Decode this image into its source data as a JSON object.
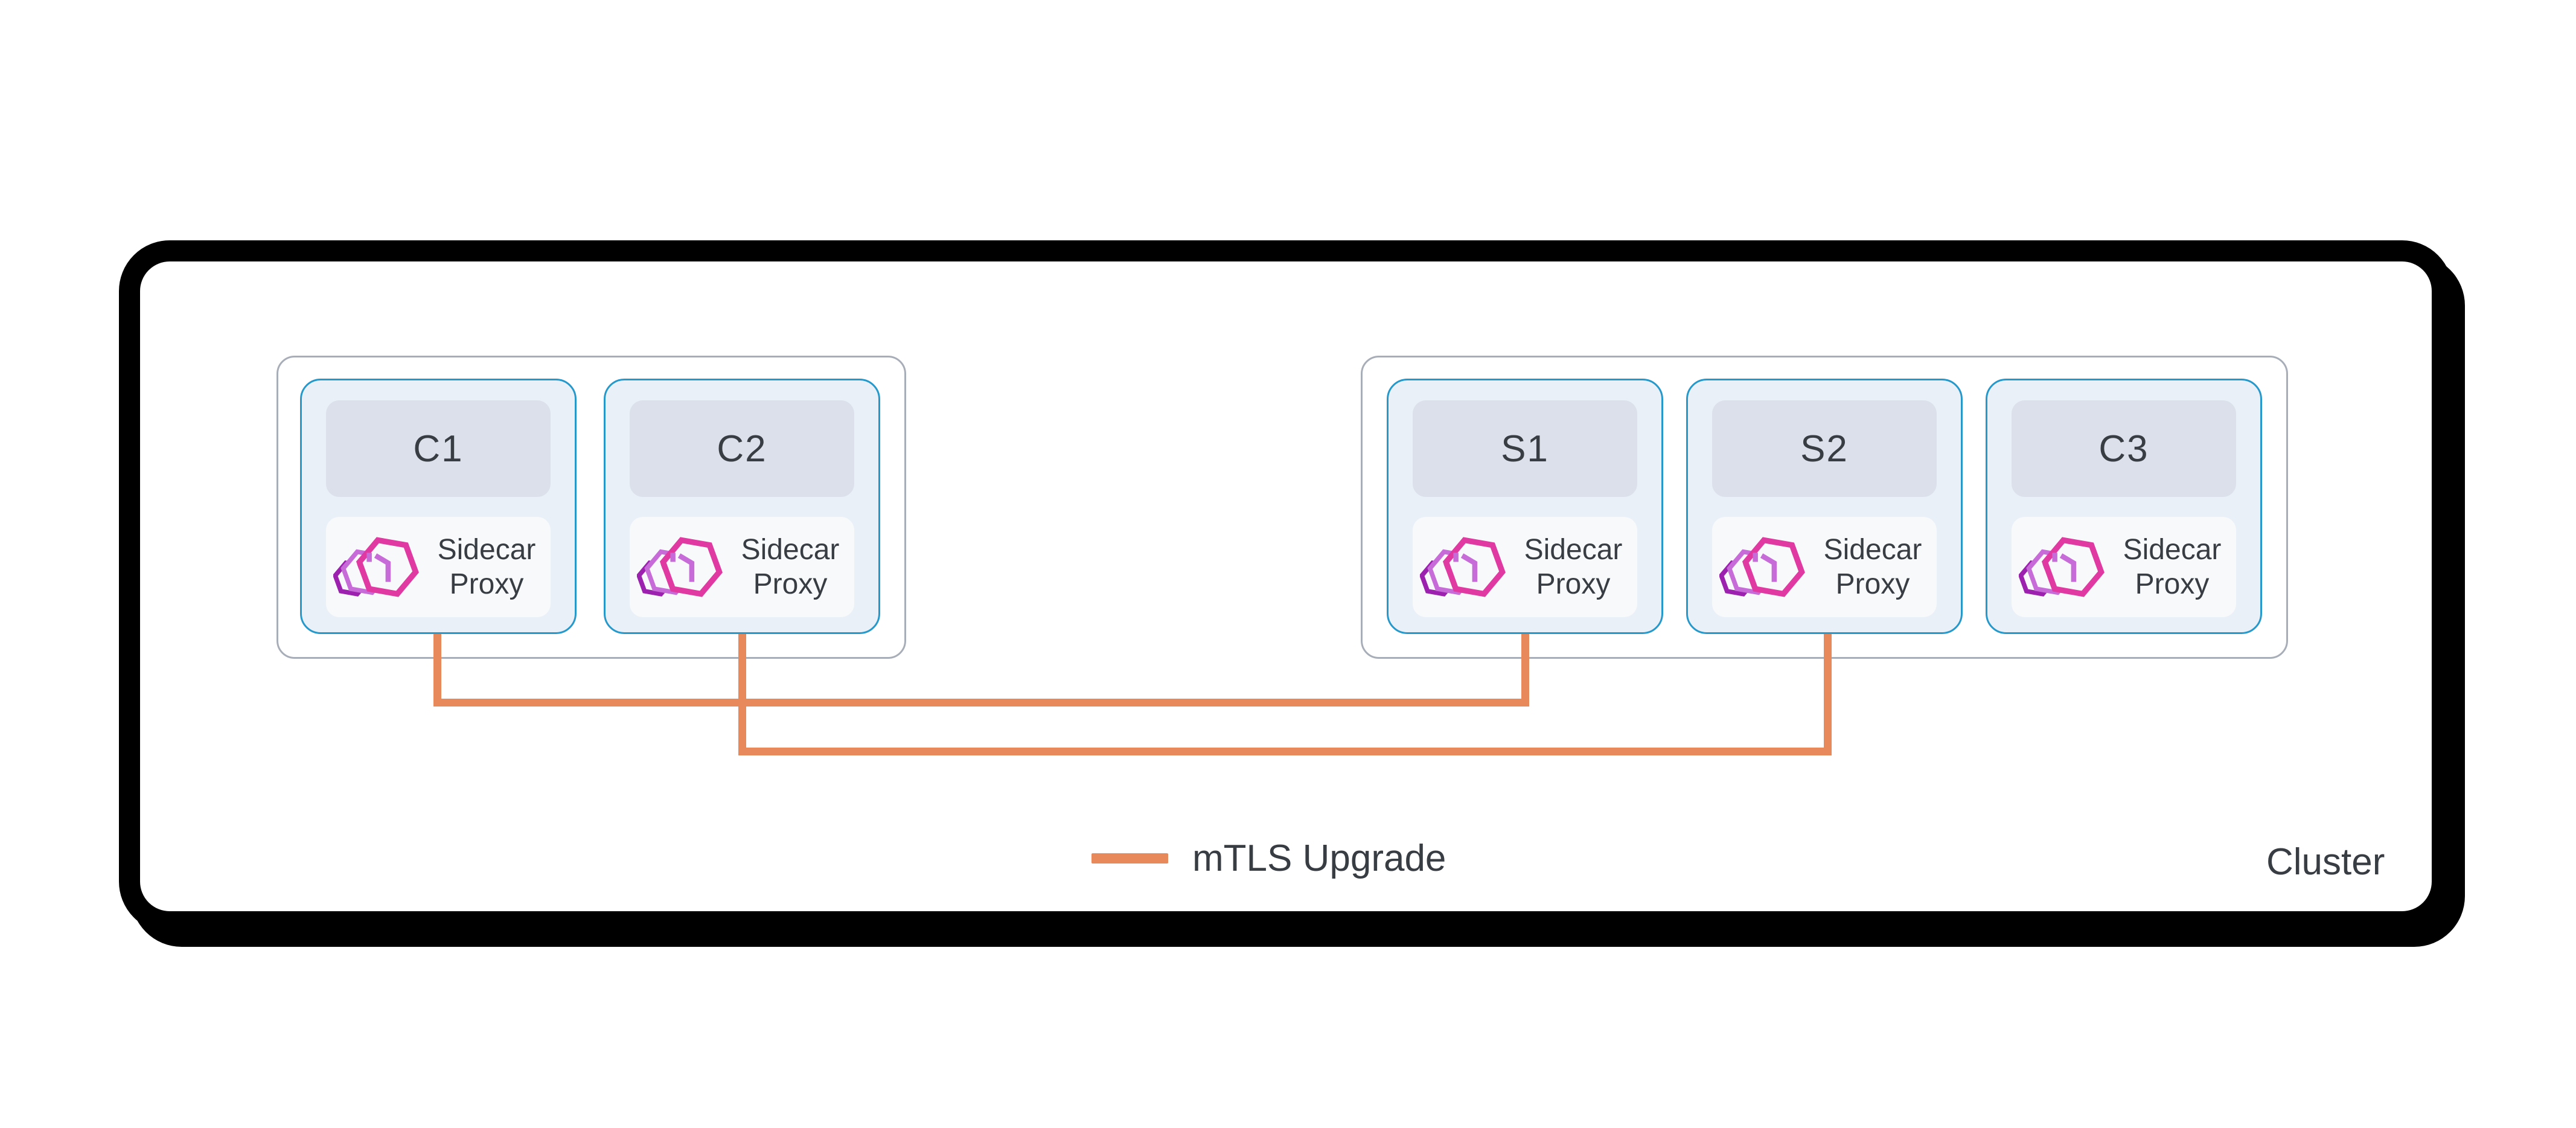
{
  "cluster_label": "Cluster",
  "legend": {
    "label": "mTLS Upgrade",
    "line_color": "#e8895c"
  },
  "groups": [
    {
      "name": "left-node-group",
      "services": [
        {
          "id": "C1",
          "proxy_label": "Sidecar Proxy"
        },
        {
          "id": "C2",
          "proxy_label": "Sidecar Proxy"
        }
      ]
    },
    {
      "name": "right-node-group",
      "services": [
        {
          "id": "S1",
          "proxy_label": "Sidecar Proxy"
        },
        {
          "id": "S2",
          "proxy_label": "Sidecar Proxy"
        },
        {
          "id": "C3",
          "proxy_label": "Sidecar Proxy"
        }
      ]
    }
  ],
  "connections": [
    {
      "from": "C1",
      "to": "S1",
      "type": "mTLS Upgrade"
    },
    {
      "from": "C2",
      "to": "S2",
      "type": "mTLS Upgrade"
    }
  ],
  "colors": {
    "mtls_line": "#e8895c",
    "service_border": "#2798ca",
    "service_fill": "#e9f0f8",
    "service_id_fill": "#dbe0ea",
    "proxy_box_fill": "#f8f9fa",
    "group_border": "#a8aeb8",
    "frame_border": "#000000",
    "text": "#383d43",
    "consul_pink": "#e03aa2",
    "consul_orchid": "#c76bd9",
    "consul_purple": "#9b21ae"
  }
}
